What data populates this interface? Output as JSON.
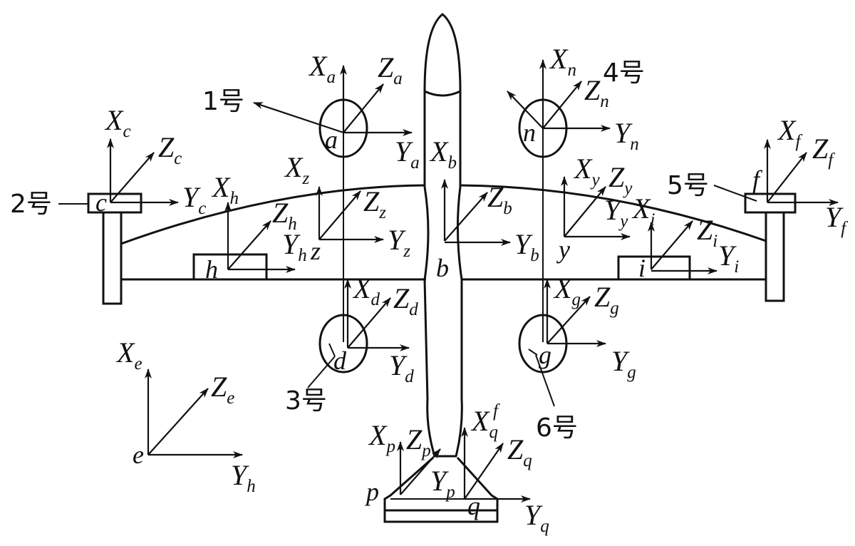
{
  "figure": {
    "points": {
      "a": "a",
      "b": "b",
      "c": "c",
      "d": "d",
      "e": "e",
      "f": "f",
      "g": "g",
      "h": "h",
      "i": "i",
      "n": "n",
      "p": "p",
      "q": "q",
      "y": "y",
      "z": "z",
      "f_tail": "f"
    },
    "rotors": {
      "r1": "1号",
      "r2": "2号",
      "r3": "3号",
      "r4": "4号",
      "r5": "5号",
      "r6": "6号"
    },
    "axes": {
      "a": {
        "x": "a",
        "y": "a",
        "z": "a"
      },
      "b": {
        "x": "b",
        "y": "b",
        "z": "b"
      },
      "c": {
        "x": "c",
        "y": "c",
        "z": "c"
      },
      "d": {
        "x": "d",
        "y": "d",
        "z": "d"
      },
      "e": {
        "x": "e",
        "y": "h",
        "z": "e"
      },
      "f": {
        "x": "f",
        "y": "f",
        "z": "f"
      },
      "g": {
        "x": "g",
        "y": "g",
        "z": "g"
      },
      "h": {
        "x": "h",
        "y": "h",
        "z": "h"
      },
      "i": {
        "x": "i",
        "y": "i",
        "z": "i"
      },
      "n": {
        "x": "n",
        "y": "n",
        "z": "n"
      },
      "p": {
        "x": "p",
        "y": "p",
        "z": "p"
      },
      "q": {
        "x": "q",
        "y": "q",
        "z": "q"
      },
      "y": {
        "x": "y",
        "y": "y",
        "z": "y"
      },
      "z": {
        "x": "z",
        "y": "z",
        "z": "z"
      }
    },
    "axis_letters": {
      "x": "X",
      "y": "Y",
      "z": "Z"
    }
  }
}
